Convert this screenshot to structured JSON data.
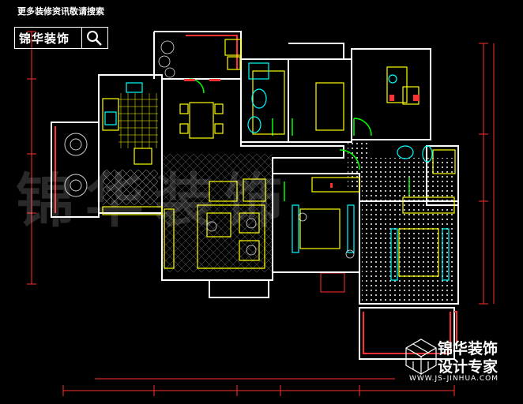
{
  "header": {
    "note": "更多装修资讯敬请搜索",
    "brand": "锦华装饰"
  },
  "watermark": "锦华装饰",
  "logo": {
    "line1": "锦华装饰",
    "line2": "设计专家",
    "url": "WWW.JS-JINHUA.COM"
  },
  "icons": {
    "search": "magnifier-icon",
    "logo_mark": "isometric-cube-icon"
  },
  "colors": {
    "background": "#000000",
    "wall": "#ffffff",
    "furniture": "#ffff00",
    "fixture": "#00ffff",
    "door": "#00ff00",
    "dimension": "#ff3030",
    "hatch": "#cccccc"
  }
}
